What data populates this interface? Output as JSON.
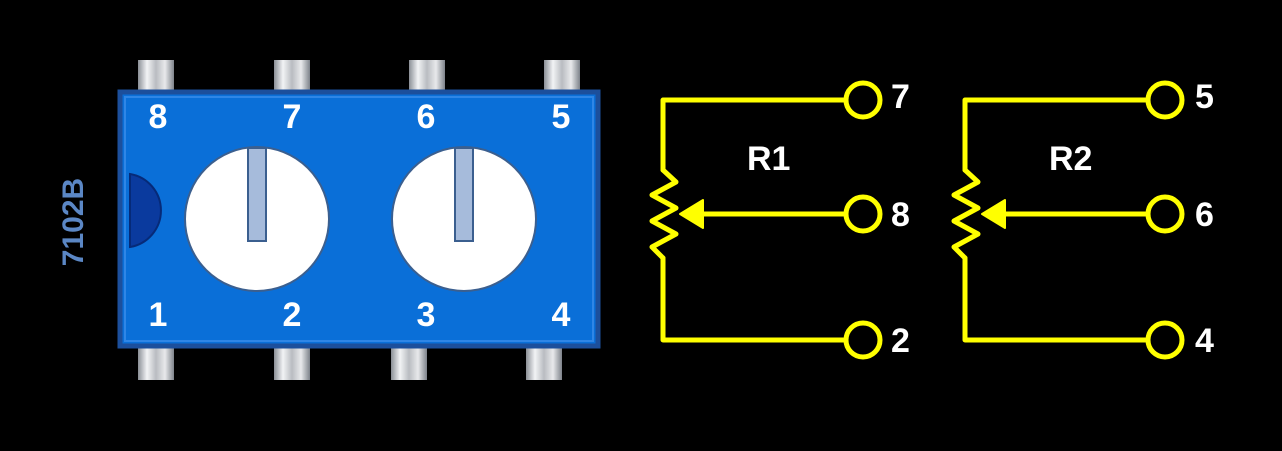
{
  "part_label": "7102B",
  "chip_pins_top": [
    "8",
    "7",
    "6",
    "5"
  ],
  "chip_pins_bottom": [
    "1",
    "2",
    "3",
    "4"
  ],
  "schematic": {
    "r1": {
      "label": "R1",
      "top": "7",
      "wiper": "8",
      "bottom": "2"
    },
    "r2": {
      "label": "R2",
      "top": "5",
      "wiper": "6",
      "bottom": "4"
    }
  },
  "colors": {
    "background": "#000000",
    "chip_body": "#0a6fd8",
    "chip_border": "#1c4f9c",
    "notch": "#0a3a9e",
    "pin_label": "#ffffff",
    "part_label": "#5b87c5",
    "wire": "#ffff00",
    "text": "#ffffff"
  }
}
